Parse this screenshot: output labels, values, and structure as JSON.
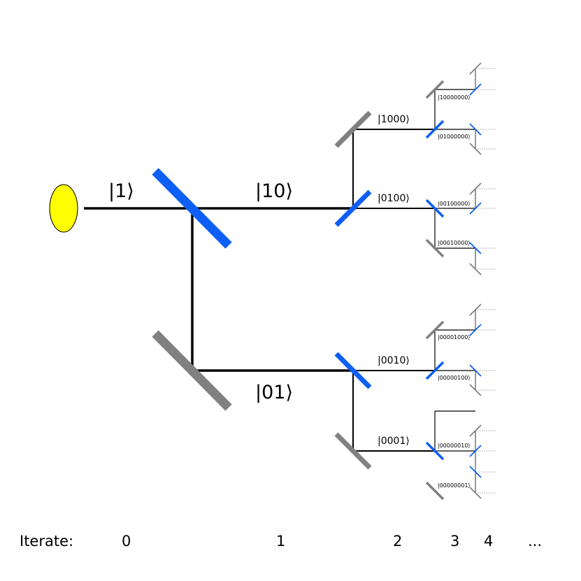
{
  "colors": {
    "source": "#ffff00",
    "beam_splitter": "#0d5ff5",
    "mirror": "#808080",
    "beam": "#000000"
  },
  "labels": {
    "level0": "|1⟩",
    "level1": [
      "|10⟩",
      "|01⟩"
    ],
    "level2": [
      "|1000⟩",
      "|0100⟩",
      "|0010⟩",
      "|0001⟩"
    ],
    "level3": [
      "|10000000⟩",
      "|01000000⟩",
      "|00100000⟩",
      "|00010000⟩",
      "|00001000⟩",
      "|00000100⟩",
      "|00000010⟩",
      "|00000001⟩"
    ]
  },
  "iterate": {
    "title": "Iterate:",
    "steps": [
      "0",
      "1",
      "2",
      "3",
      "4",
      "..."
    ]
  }
}
